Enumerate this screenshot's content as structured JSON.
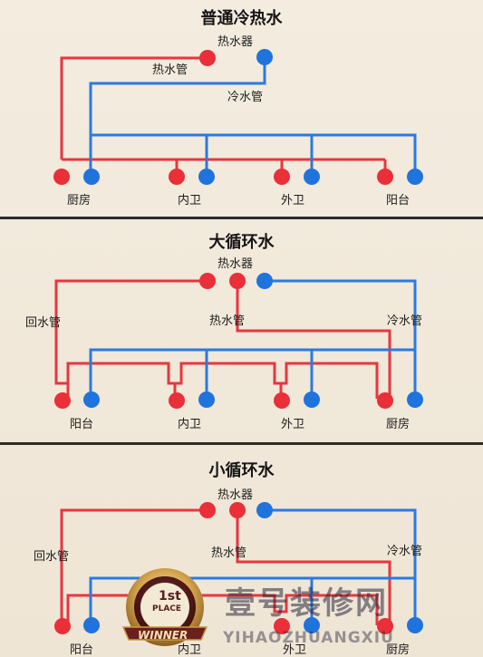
{
  "panels": [
    {
      "title": "普通冷热水",
      "heater_label": "热水器",
      "hot_pipe_label": "热水管",
      "cold_pipe_label": "冷水管",
      "fixtures": [
        "厨房",
        "内卫",
        "外卫",
        "阳台"
      ]
    },
    {
      "title": "大循环水",
      "heater_label": "热水器",
      "return_pipe_label": "回水管",
      "hot_pipe_label": "热水管",
      "cold_pipe_label": "冷水管",
      "fixtures": [
        "阳台",
        "内卫",
        "外卫",
        "厨房"
      ]
    },
    {
      "title": "小循环水",
      "heater_label": "热水器",
      "return_pipe_label": "回水管",
      "hot_pipe_label": "热水管",
      "cold_pipe_label": "冷水管",
      "fixtures": [
        "阳台",
        "内卫",
        "外卫",
        "厨房"
      ]
    }
  ],
  "watermark": {
    "badge_top": "1st",
    "badge_place": "PLACE",
    "badge_ribbon": "WINNER",
    "brand": "壹号装修网",
    "brand_pinyin": "YIHAOZHUANGXIU"
  },
  "colors": {
    "hot": "#e8363e",
    "cold": "#2a7ae0",
    "divider": "#2b2b2b"
  }
}
